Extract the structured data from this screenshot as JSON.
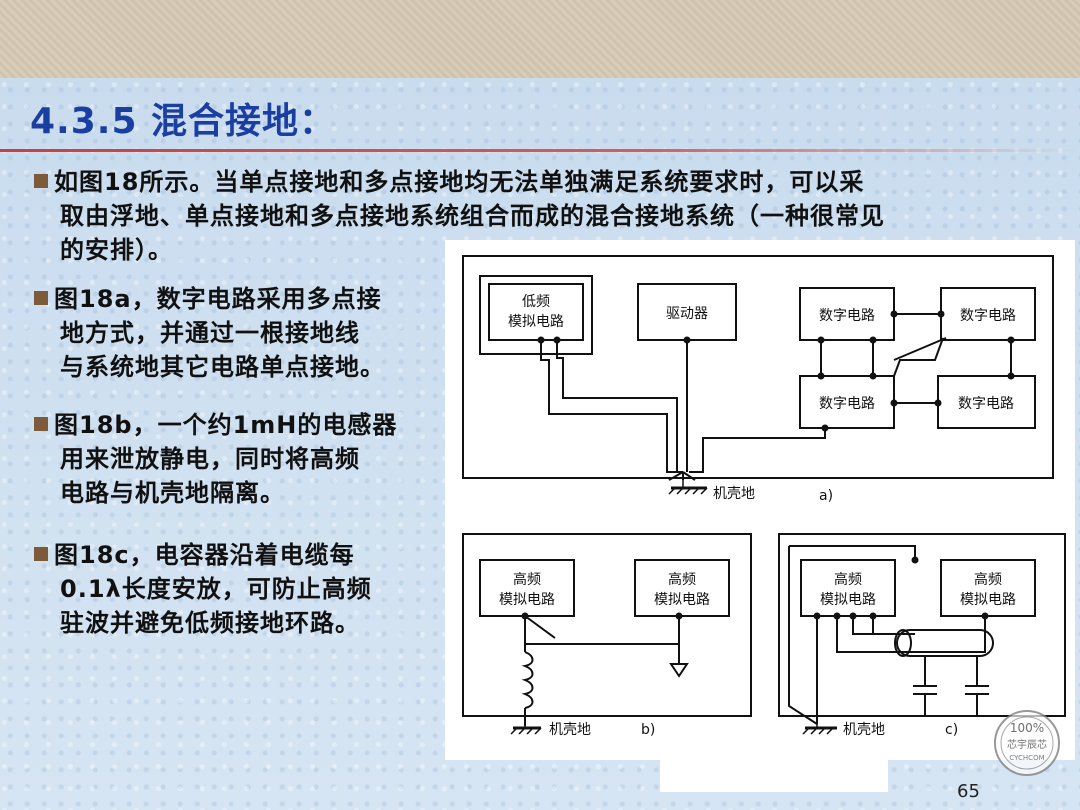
{
  "title": "4.3.5 混合接地：",
  "bullets": [
    {
      "lines": [
        "如图18所示。当单点接地和多点接地均无法单独满足系统要求时，可以采",
        "取由浮地、单点接地和多点接地系统组合而成的混合接地系统（一种很常见",
        "的安排）。"
      ]
    },
    {
      "lines": [
        "图18a，数字电路采用多点接",
        "地方式，并通过一根接地线",
        "与系统地其它电路单点接地。"
      ]
    },
    {
      "lines": [
        "图18b，一个约1mH的电感器",
        "用来泄放静电，同时将高频",
        "电路与机壳地隔离。"
      ]
    },
    {
      "lines": [
        "图18c，电容器沿着电缆每",
        "0.1λ长度安放，可防止高频",
        "驻波并避免低频接地环路。"
      ]
    }
  ],
  "figure": {
    "a": {
      "analog_line1": "低频",
      "analog_line2": "模拟电路",
      "driver": "驱动器",
      "digital": "数字电路",
      "ground": "机壳地",
      "tag": "a)"
    },
    "b": {
      "hf_line1": "高频",
      "hf_line2": "模拟电路",
      "ground": "机壳地",
      "tag": "b)"
    },
    "c": {
      "hf_line1": "高频",
      "hf_line2": "模拟电路",
      "ground": "机壳地",
      "tag": "c)"
    }
  },
  "page_number": "65",
  "watermark": {
    "top": "100%",
    "middle": "芯宇辰芯",
    "bottom": "CYCHCOM"
  }
}
